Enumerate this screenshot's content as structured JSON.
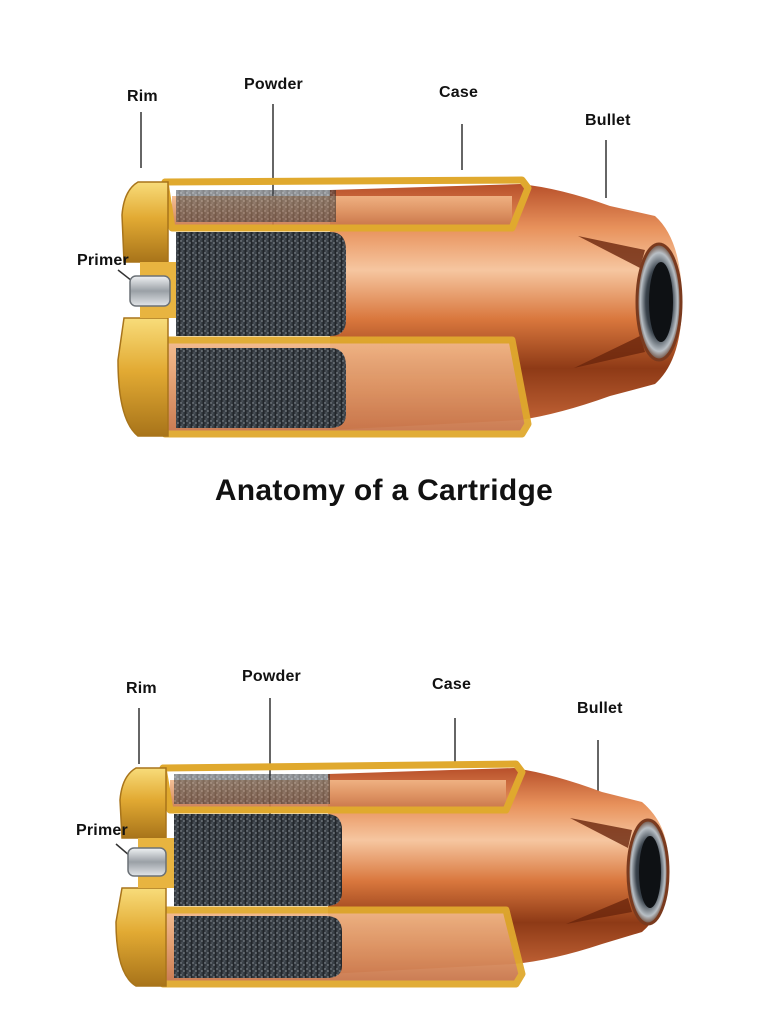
{
  "diagrams": [
    {
      "labels": {
        "rim": "Rim",
        "powder": "Powder",
        "case": "Case",
        "bullet": "Bullet",
        "primer": "Primer"
      },
      "caption": "Anatomy of a Cartridge"
    },
    {
      "labels": {
        "rim": "Rim",
        "powder": "Powder",
        "case": "Case",
        "bullet": "Bullet",
        "primer": "Primer"
      },
      "caption": ""
    }
  ],
  "colors": {
    "brass_light": "#f6d36a",
    "brass": "#e0a92e",
    "brass_dark": "#a8741a",
    "copper_light": "#f4c19a",
    "copper": "#d9773d",
    "copper_dark": "#8e3a16",
    "powder_dark": "#1f2326",
    "powder_mid": "#4a5158",
    "primer_silver": "#c9cdd1"
  }
}
